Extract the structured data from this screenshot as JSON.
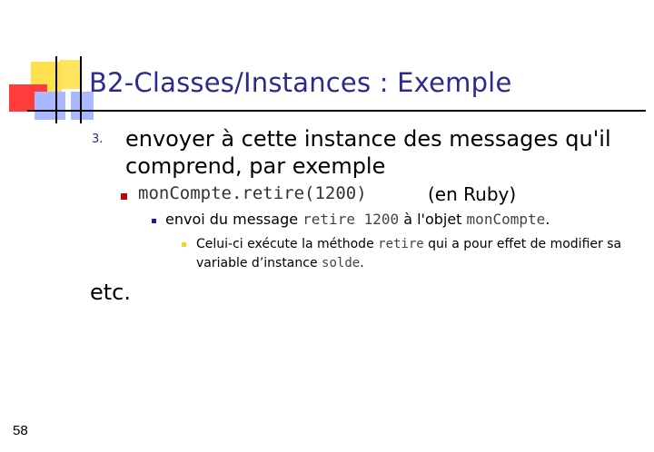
{
  "slide": {
    "title": "B2-Classes/Instances : Exemple",
    "item_number": "3.",
    "item_text": "envoyer à cette instance des messages qu'il comprend, par exemple",
    "sub_code": "monCompte.retire(1200)",
    "sub_lang": "(en Ruby)",
    "sub2_prefix": "envoi du message ",
    "sub2_code1": "retire 1200",
    "sub2_mid": " à l'objet ",
    "sub2_code2": "monCompte",
    "sub2_end": ".",
    "sub3_prefix": "Celui-ci exécute la méthode ",
    "sub3_code1": "retire",
    "sub3_mid": " qui a pour effet de modifier sa variable d’instance ",
    "sub3_code2": "solde",
    "sub3_end": ".",
    "etc": "etc.",
    "page_number": "58"
  },
  "colors": {
    "title": "#2b2b8f",
    "bullet_level1": "#cc0000",
    "bullet_level2": "#1a1aa8",
    "bullet_level3": "#ffd21f"
  }
}
